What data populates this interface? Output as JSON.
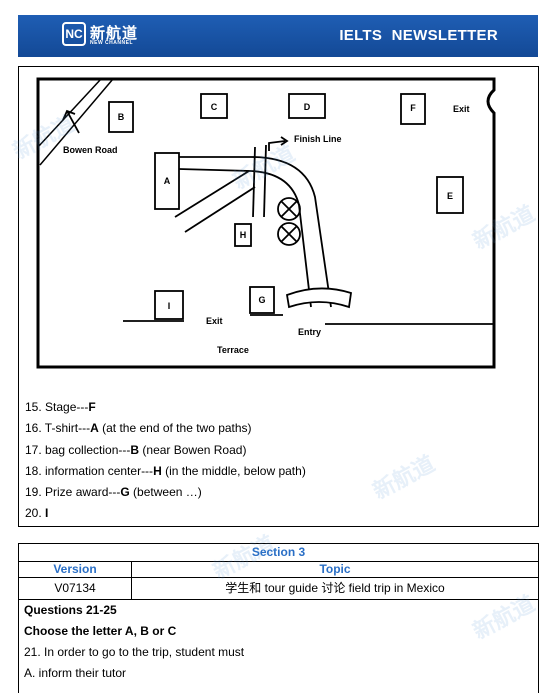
{
  "header": {
    "logo_mark": "NC",
    "logo_cn": "新航道",
    "logo_en": "NEW CHANNEL",
    "title": "IELTS NEWSLETTER"
  },
  "map": {
    "labels": {
      "bowen_road": "Bowen Road",
      "finish_line": "Finish Line",
      "exit_right": "Exit",
      "exit_bottom": "Exit",
      "entry": "Entry",
      "terrace": "Terrace"
    },
    "boxes": {
      "a": "A",
      "b": "B",
      "c": "C",
      "d": "D",
      "e": "E",
      "f": "F",
      "g": "G",
      "h": "H",
      "i": "I"
    }
  },
  "answers": [
    {
      "text": "15. Stage---",
      "letter": "F",
      "note": ""
    },
    {
      "text": "16. T-shirt---",
      "letter": "A",
      "note": " (at the end of the two paths)"
    },
    {
      "text": "17. bag collection---",
      "letter": "B",
      "note": " (near Bowen Road)"
    },
    {
      "text": "18. information center---",
      "letter": "H",
      "note": " (in the middle, below path)"
    },
    {
      "text": "19. Prize award---",
      "letter": "G",
      "note": " (between …)"
    },
    {
      "text": "20. ",
      "letter": "I",
      "note": ""
    }
  ],
  "table": {
    "section": "Section 3",
    "col_version": "Version",
    "col_topic": "Topic",
    "version": "V07134",
    "topic": "学生和 tour guide  讨论 field trip in Mexico"
  },
  "questions": {
    "heading": "Questions 21-25",
    "instruction": "Choose the letter A, B or C",
    "q21": "21. In order to go to the trip, student must",
    "optA": "A. inform their tutor"
  },
  "watermark": {
    "cn": "新航道"
  }
}
